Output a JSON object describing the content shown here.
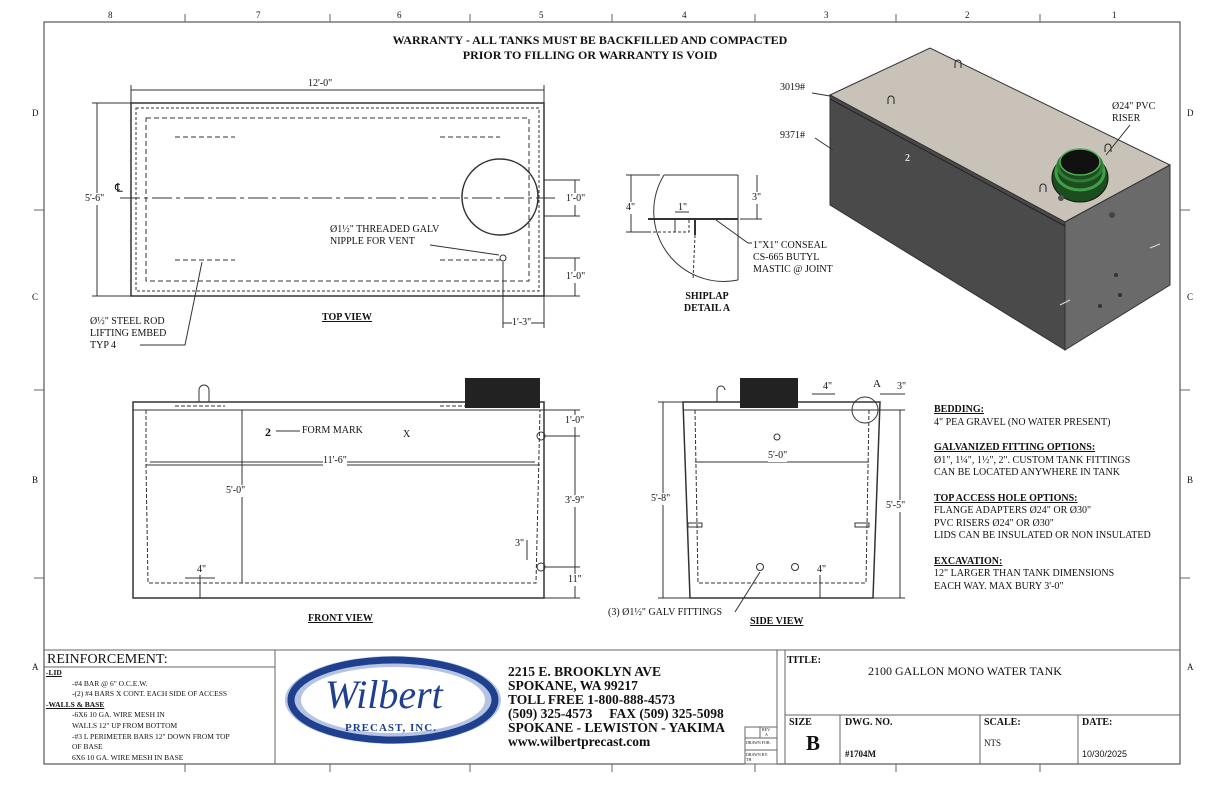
{
  "zones": {
    "columns": [
      "8",
      "7",
      "6",
      "5",
      "4",
      "3",
      "2",
      "1"
    ],
    "rows": [
      "D",
      "C",
      "B",
      "A"
    ]
  },
  "warranty": {
    "line1": "WARRANTY - ALL TANKS MUST BE BACKFILLED AND COMPACTED",
    "line2": "PRIOR TO FILLING OR WARRANTY IS VOID"
  },
  "top_view": {
    "label": "TOP VIEW",
    "length": "12'-0\"",
    "width": "5'-6\"",
    "centerline": "℄",
    "riser_offset_1": "1'-0\"",
    "riser_offset_2": "1'-0\"",
    "riser_offset_3": "1'-3\"",
    "vent_note_1": "Ø1½\" THREADED GALV",
    "vent_note_2": "NIPPLE FOR VENT",
    "rod_note_1": "Ø½\" STEEL ROD",
    "rod_note_2": "LIFTING EMBED",
    "rod_note_3": "TYP 4"
  },
  "shiplap": {
    "label_1": "SHIPLAP",
    "label_2": "DETAIL A",
    "dim_4": "4\"",
    "dim_1": "1\"",
    "dim_3": "3\"",
    "note_1": "1\"X1\" CONSEAL",
    "note_2": "CS-665 BUTYL",
    "note_3": "MASTIC @ JOINT"
  },
  "iso_view": {
    "weight_lid": "3019#",
    "weight_tank": "9371#",
    "riser_1": "Ø24\" PVC",
    "riser_2": "RISER",
    "form_mark": "2"
  },
  "front_view": {
    "label": "FRONT VIEW",
    "form_mark": "FORM MARK",
    "form_mark_num": "2",
    "mark_x": "X",
    "inner_length": "11'-6\"",
    "inner_height": "5'-0\"",
    "dim_top": "1'-0\"",
    "dim_mid": "3'-9\"",
    "dim_3": "3\"",
    "dim_11": "11\"",
    "dim_4": "4\""
  },
  "side_view": {
    "label": "SIDE VIEW",
    "detail_callout": "A",
    "dim_4": "4\"",
    "dim_3": "3\"",
    "inner_width": "5'-0\"",
    "height_outer": "5'-8\"",
    "height_inner": "5'-5\"",
    "dim_4_bottom": "4\"",
    "fittings": "(3) Ø1½\" GALV FITTINGS"
  },
  "notes": [
    {
      "heading": "BEDDING:",
      "lines": [
        "4\" PEA GRAVEL (NO WATER PRESENT)"
      ]
    },
    {
      "heading": "GALVANIZED FITTING OPTIONS:",
      "lines": [
        "Ø1\", 1¼\", 1½\", 2\".  CUSTOM TANK FITTINGS",
        "CAN BE LOCATED ANYWHERE IN TANK"
      ]
    },
    {
      "heading": "TOP ACCESS HOLE OPTIONS:",
      "lines": [
        "FLANGE ADAPTERS Ø24\" OR Ø30\"",
        "PVC RISERS Ø24\" OR Ø30\"",
        "LIDS CAN BE INSULATED OR NON INSULATED"
      ]
    },
    {
      "heading": "EXCAVATION:",
      "lines": [
        "12\" LARGER THAN TANK DIMENSIONS",
        "EACH WAY. MAX BURY 3'-0\""
      ]
    }
  ],
  "reinforcement": {
    "title": "REINFORCEMENT:",
    "lid_heading": "-LID",
    "lid_lines": [
      "-#4 BAR @ 6\" O.C.E.W.",
      "-(2) #4 BARS X CONT. EACH SIDE OF ACCESS"
    ],
    "walls_heading": "-WALLS & BASE",
    "walls_lines": [
      "-6X6 10 GA. WIRE MESH IN",
      "WALLS 12\" UP FROM BOTTOM",
      "-#3 L PERIMETER BARS 12\" DOWN FROM TOP",
      "OF BASE",
      "6X6 10 GA. WIRE MESH IN BASE"
    ]
  },
  "logo": {
    "name": "Wilbert",
    "sub": "PRECAST, INC."
  },
  "company": {
    "address_1": "2215 E. BROOKLYN AVE",
    "address_2": "SPOKANE, WA 99217",
    "toll_free": "TOLL FREE 1-800-888-4573",
    "phone_fax": "(509) 325-4573     FAX (509) 325-5098",
    "locations": "SPOKANE - LEWISTON - YAKIMA",
    "website": "www.wilbertprecast.com",
    "rev_label": "REV.",
    "rev_value": "A",
    "drawn_for": "DRAWN FOR:",
    "drawn_by": "DRAWN BY:",
    "drawn_by_value": "TH"
  },
  "title_block": {
    "title_label": "TITLE:",
    "title": "2100 GALLON MONO WATER TANK",
    "size_label": "SIZE",
    "size": "B",
    "dwg_label": "DWG.  NO.",
    "dwg": "#1704M",
    "scale_label": "SCALE:",
    "scale": "NTS",
    "date_label": "DATE:",
    "date": "10/30/2025"
  },
  "colors": {
    "line": "#222222",
    "lid": "#c9c2b8",
    "wall_dark": "#4a4a4a",
    "wall_mid": "#6a6a6a",
    "riser": "#2e7d32",
    "logo_blue": "#1f3f8f"
  }
}
